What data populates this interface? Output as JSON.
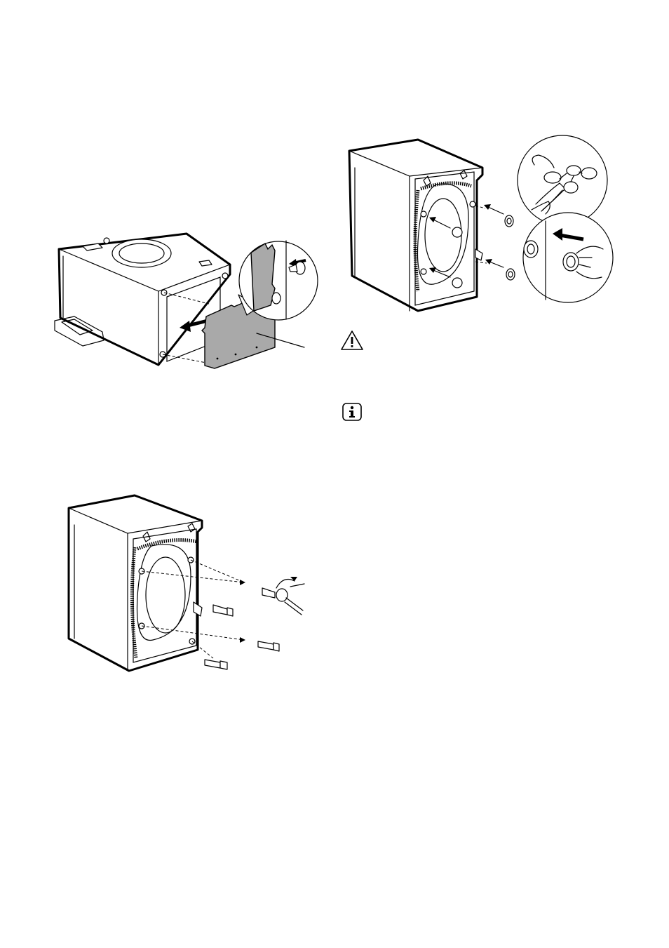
{
  "figures": [
    {
      "id": "rear-panel-fitting",
      "icons": [
        "washing-machine-icon",
        "rear-panel-icon",
        "arrow-icon",
        "magnifier-callout-icon"
      ]
    },
    {
      "id": "transit-hole-plugs",
      "icons": [
        "washing-machine-rear-icon",
        "plug-cap-icon",
        "pliers-icon",
        "hand-icon",
        "arrow-icon"
      ]
    },
    {
      "id": "transit-bolt-removal",
      "icons": [
        "washing-machine-rear-icon",
        "transit-bolt-icon",
        "spanner-icon",
        "arrow-icon"
      ]
    }
  ],
  "notices": [
    {
      "type": "warning",
      "icon": "warning-triangle-icon"
    },
    {
      "type": "info",
      "icon": "info-icon"
    }
  ],
  "colors": {
    "line": "#000000",
    "panel_fill": "#a9a9a9",
    "background": "#ffffff"
  }
}
